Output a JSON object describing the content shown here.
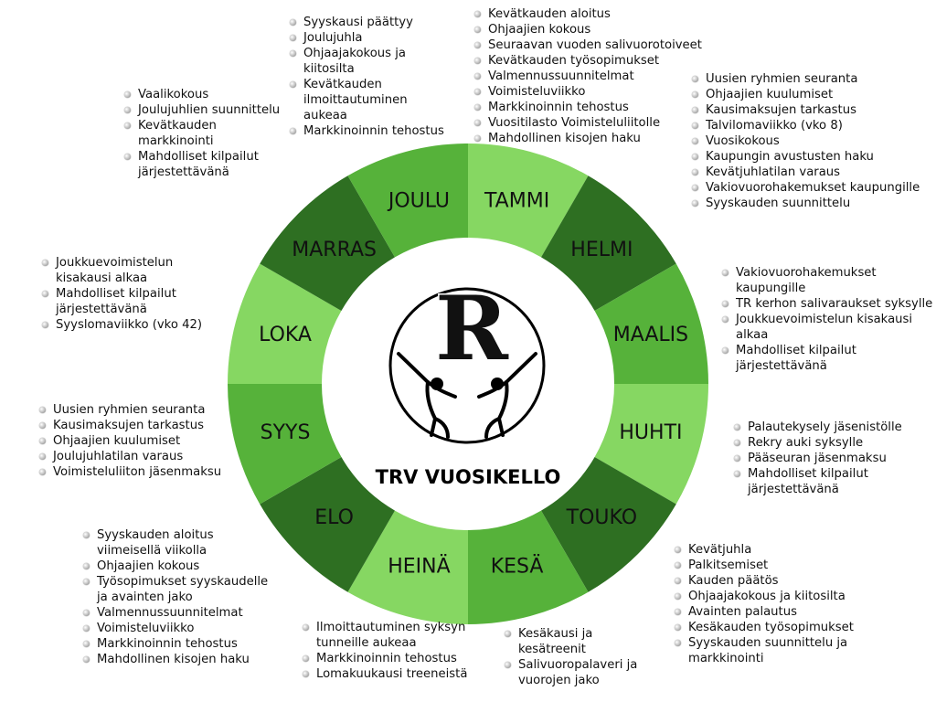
{
  "colors": {
    "light": "#86d762",
    "medium": "#56b23a",
    "dark": "#2e6f22",
    "hub": "#ffffff"
  },
  "title": "TRV VUOSIKELLO",
  "logo_letter": "R",
  "months": [
    {
      "key": "tammi",
      "label": "TAMMI",
      "shade": "light"
    },
    {
      "key": "helmi",
      "label": "HELMI",
      "shade": "dark"
    },
    {
      "key": "maalis",
      "label": "MAALIS",
      "shade": "medium"
    },
    {
      "key": "huhti",
      "label": "HUHTI",
      "shade": "light"
    },
    {
      "key": "touko",
      "label": "TOUKO",
      "shade": "dark"
    },
    {
      "key": "kesa",
      "label": "KESÄ",
      "shade": "medium"
    },
    {
      "key": "heina",
      "label": "HEINÄ",
      "shade": "light"
    },
    {
      "key": "elo",
      "label": "ELO",
      "shade": "dark"
    },
    {
      "key": "syys",
      "label": "SYYS",
      "shade": "medium"
    },
    {
      "key": "loka",
      "label": "LOKA",
      "shade": "light"
    },
    {
      "key": "marras",
      "label": "MARRAS",
      "shade": "dark"
    },
    {
      "key": "joulu",
      "label": "JOULU",
      "shade": "medium"
    }
  ],
  "notes": {
    "tammi": [
      "Kevätkauden aloitus",
      "Ohjaajien kokous",
      "Seuraavan vuoden salivuorotoiveet",
      "Kevätkauden työsopimukset",
      "Valmennussuunnitelmat",
      "Voimisteluviikko",
      "Markkinoinnin tehostus",
      "Vuositilasto Voimisteluliitolle",
      "Mahdollinen kisojen haku"
    ],
    "helmi": [
      "Uusien ryhmien seuranta",
      "Ohjaajien kuulumiset",
      "Kausimaksujen tarkastus",
      "Talvilomaviikko (vko 8)",
      "Vuosikokous",
      "Kaupungin avustusten haku",
      "Kevätjuhlatilan varaus",
      "Vakiovuorohakemukset kaupungille",
      "Syyskauden suunnittelu"
    ],
    "maalis": [
      "Vakiovuorohakemukset kaupungille",
      "TR kerhon salivaraukset syksylle",
      "Joukkuevoimistelun kisakausi alkaa",
      "Mahdolliset kilpailut järjestettävänä"
    ],
    "huhti": [
      "Palautekysely jäsenistölle",
      "Rekry auki syksylle",
      "Pääseuran jäsenmaksu",
      "Mahdolliset kilpailut järjestettävänä"
    ],
    "touko": [
      "Kevätjuhla",
      "Palkitsemiset",
      "Kauden päätös",
      "Ohjaajakokous ja kiitosilta",
      "Avainten palautus",
      "Kesäkauden työsopimukset",
      "Syyskauden suunnittelu ja markkinointi"
    ],
    "kesa": [
      "Kesäkausi ja kesätreenit",
      "Salivuoropalaveri ja vuorojen jako"
    ],
    "heina": [
      "Ilmoittautuminen syksyn tunneille aukeaa",
      "Markkinoinnin tehostus",
      "Lomakuukausi treeneistä"
    ],
    "elo": [
      "Syyskauden aloitus viimeisellä viikolla",
      "Ohjaajien kokous",
      "Työsopimukset syyskaudelle ja avainten jako",
      "Valmennussuunnitelmat",
      "Voimisteluviikko",
      "Markkinoinnin tehostus",
      "Mahdollinen kisojen haku"
    ],
    "syys": [
      "Uusien ryhmien seuranta",
      "Kausimaksujen tarkastus",
      "Ohjaajien kuulumiset",
      "Joulujuhlatilan varaus",
      "Voimisteluliiton jäsenmaksu"
    ],
    "loka": [
      "Joukkuevoimistelun kisakausi alkaa",
      "Mahdolliset kilpailut järjestettävänä",
      "Syyslomaviikko (vko 42)"
    ],
    "marras": [
      "Vaalikokous",
      "Joulujuhlien suunnittelu",
      "Kevätkauden markkinointi",
      "Mahdolliset kilpailut järjestettävänä"
    ],
    "joulu": [
      "Syyskausi päättyy",
      "Joulujuhla",
      "Ohjaajakokous ja kiitosilta",
      "Kevätkauden ilmoittautuminen aukeaa",
      "Markkinoinnin tehostus"
    ]
  }
}
